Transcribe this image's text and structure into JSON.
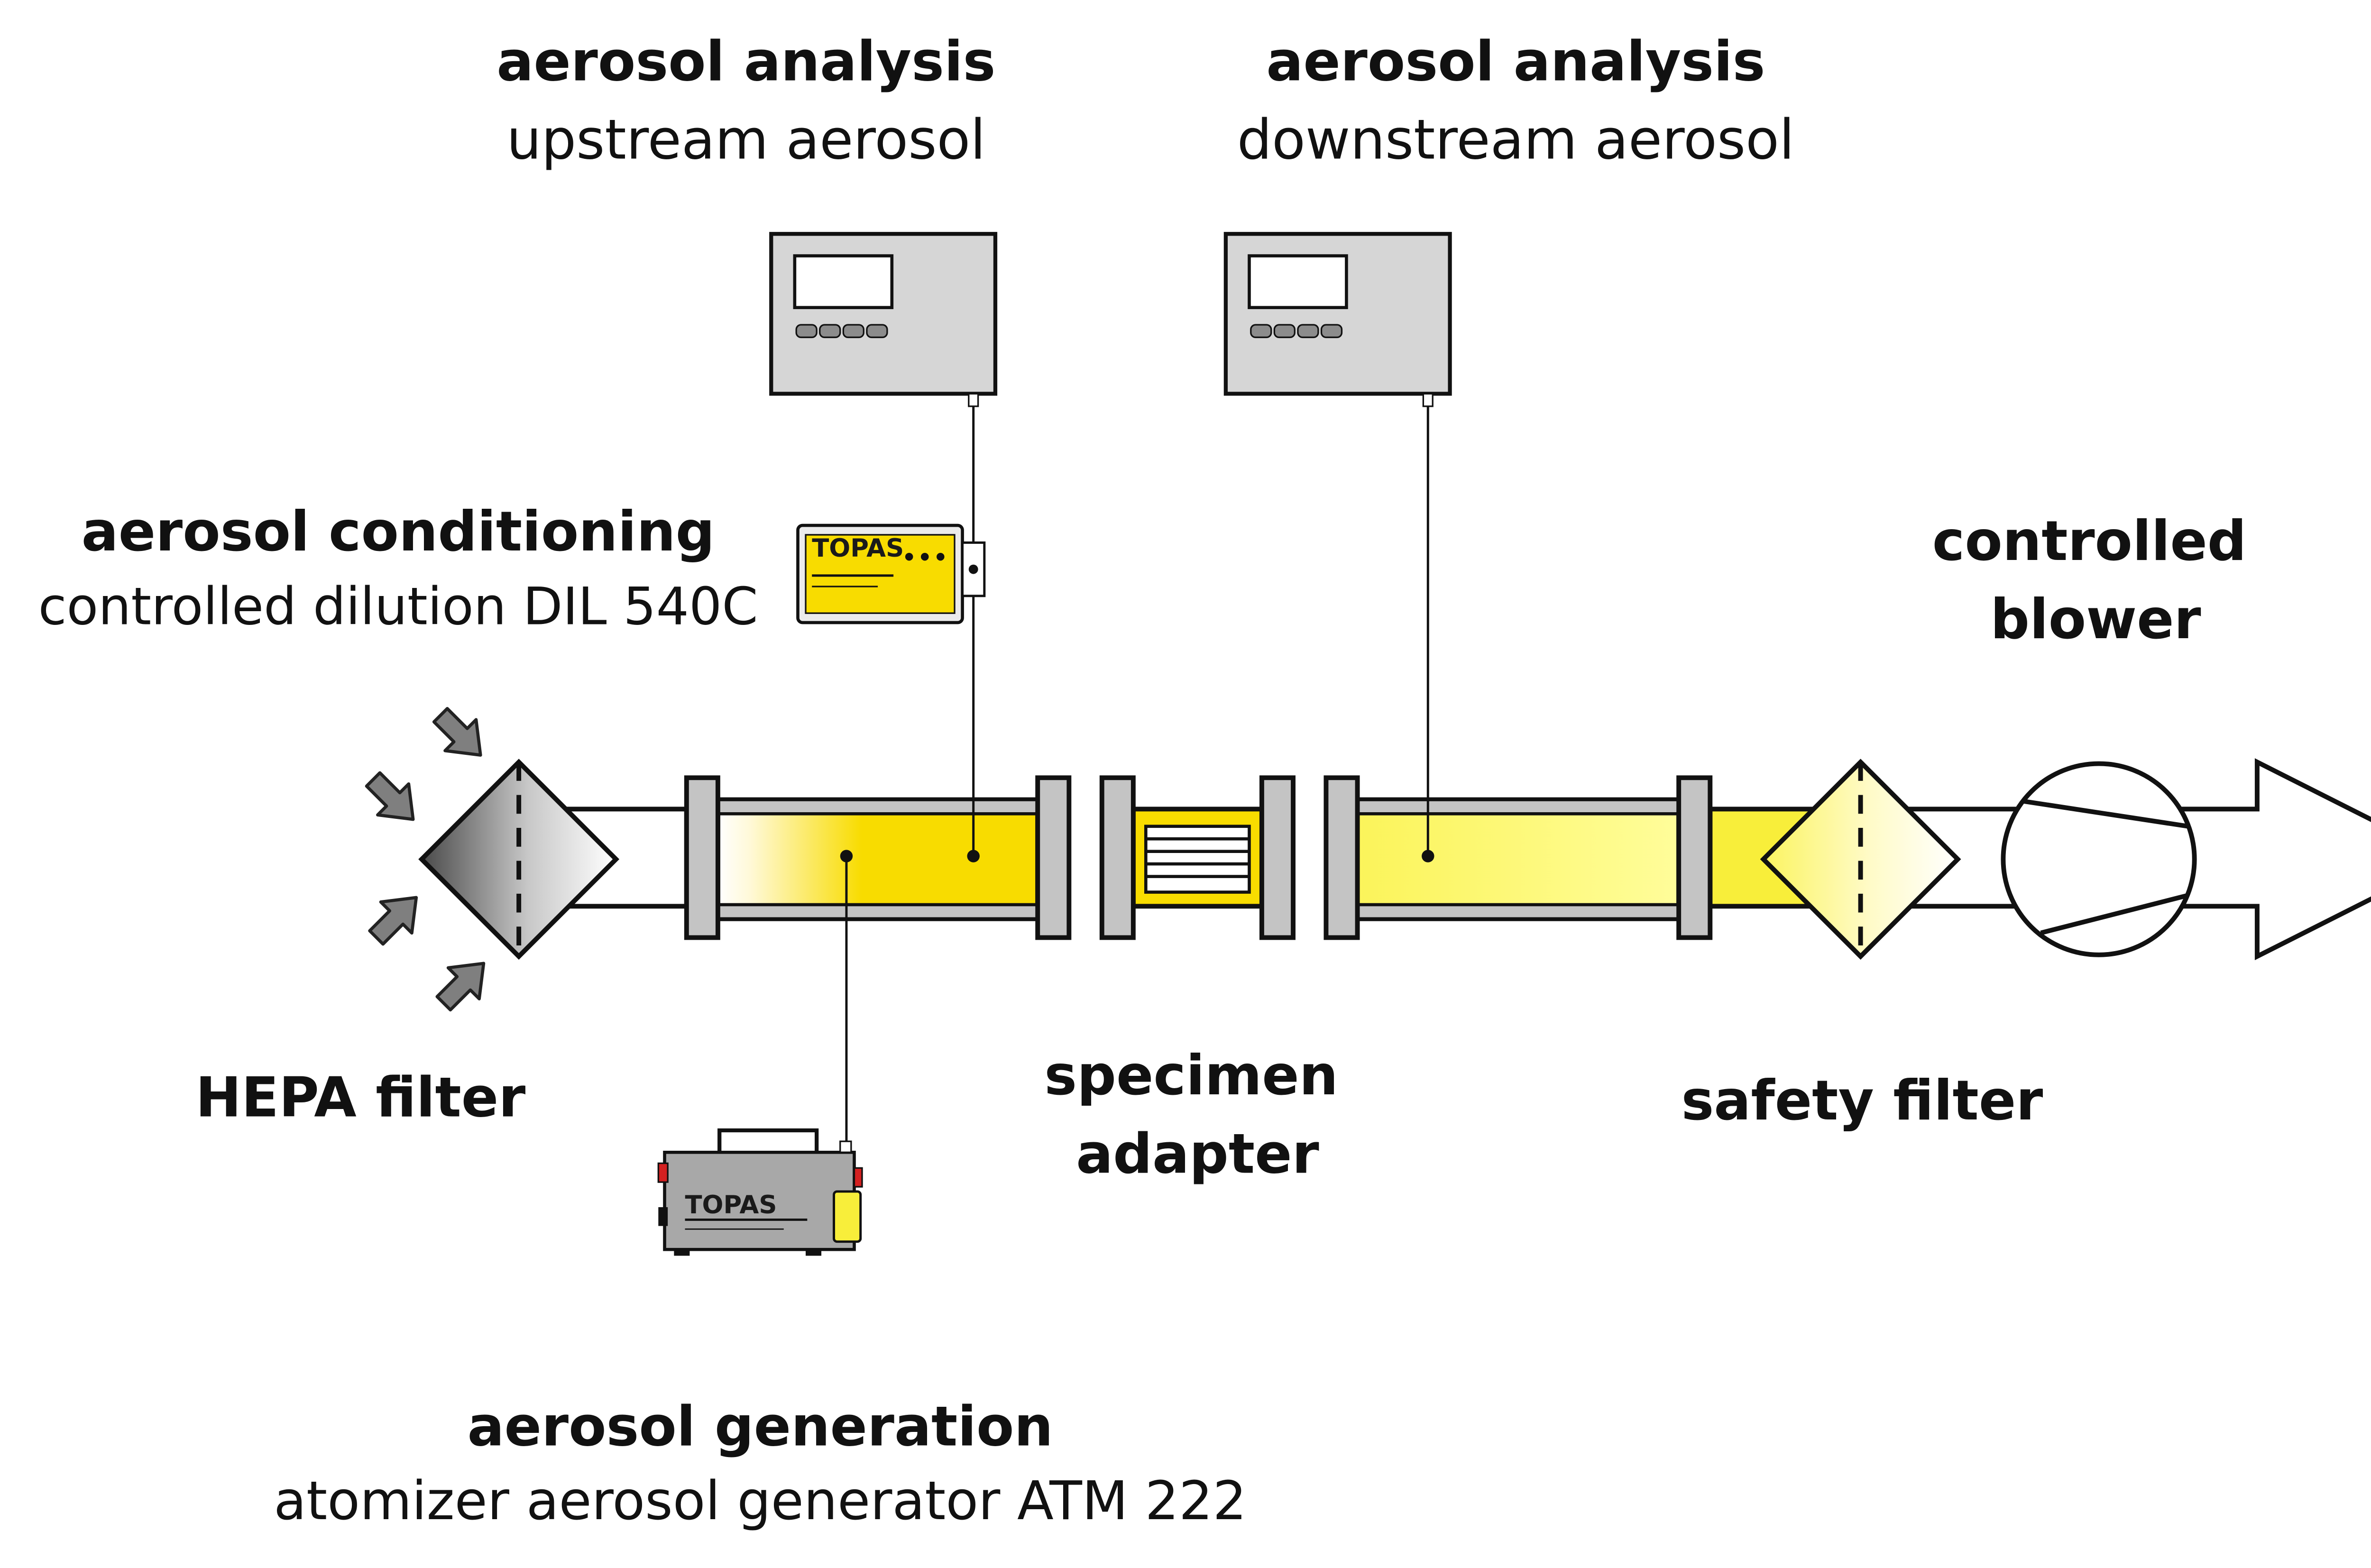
{
  "labels": {
    "analysis_up_title": "aerosol analysis",
    "analysis_up_sub": "upstream aerosol",
    "analysis_down_title": "aerosol analysis",
    "analysis_down_sub": "downstream aerosol",
    "conditioning_title": "aerosol conditioning",
    "conditioning_sub": "controlled dilution DIL 540C",
    "blower_line1": "controlled",
    "blower_line2": "blower",
    "hepa": "HEPA filter",
    "specimen_line1": "specimen",
    "specimen_line2": "adapter",
    "safety": "safety filter",
    "generation_title": "aerosol generation",
    "generation_sub": "atomizer aerosol generator ATM 222"
  },
  "device_brand": "TOPAS",
  "colors": {
    "aerosol_yellow": "#f8dc00",
    "light_yellow": "#fdfc8a",
    "device_grey": "#d6d6d6",
    "generator_grey": "#a8a8a8",
    "flange_grey": "#c4c4c4",
    "outline": "#111111",
    "arrow_grey": "#7f7f7f",
    "accent_red": "#d42020"
  },
  "icons": [
    "hepa-filter-icon",
    "safety-filter-icon",
    "blower-icon",
    "flow-arrow-icon",
    "inflow-arrow-icon",
    "analyzer-icon",
    "dilution-device-icon",
    "generator-icon"
  ]
}
